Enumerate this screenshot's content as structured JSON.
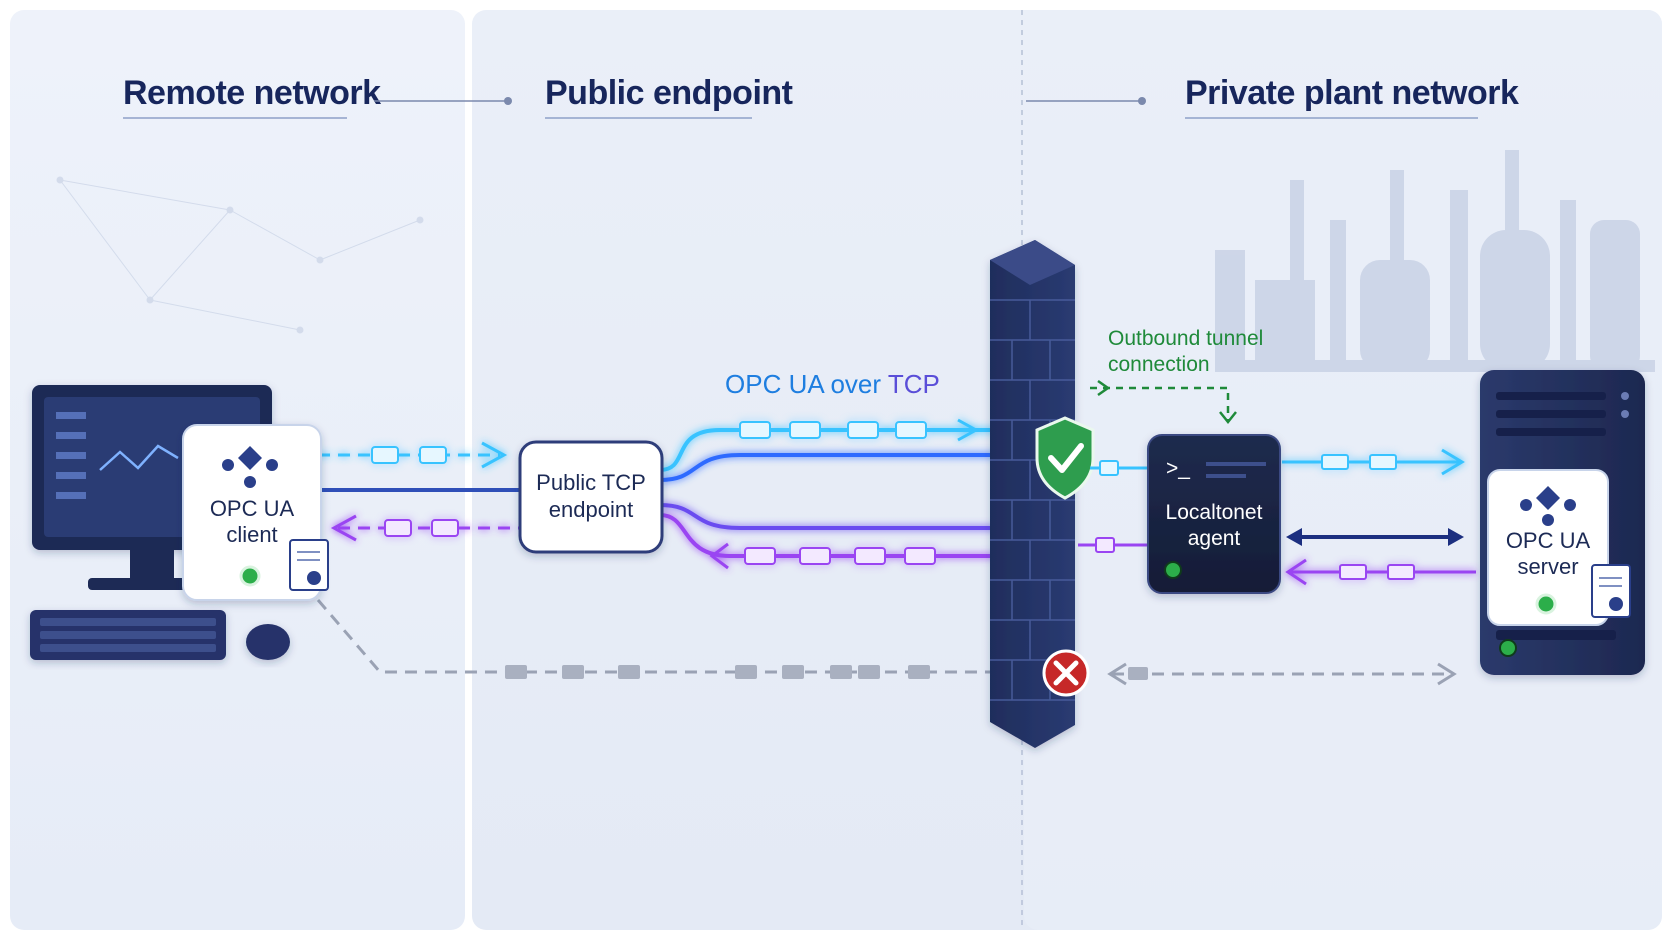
{
  "zones": {
    "remote": "Remote network",
    "public": "Public endpoint",
    "private": "Private plant network"
  },
  "nodes": {
    "client_line1": "OPC UA",
    "client_line2": "client",
    "endpoint_line1": "Public TCP",
    "endpoint_line2": "endpoint",
    "agent_prompt": ">_",
    "agent_line1": "Localtonet",
    "agent_line2": "agent",
    "server_line1": "OPC UA",
    "server_line2": "server"
  },
  "labels": {
    "tunnel_line1": "Outbound tunnel",
    "tunnel_line2": "connection",
    "protocol_part1": "OPC UA over ",
    "protocol_part2": "TCP"
  },
  "colors": {
    "cyan": "#37c3ff",
    "blue": "#2f6bff",
    "purple": "#9a45f2",
    "green": "#1f8a3a",
    "navy": "#17265c",
    "grey": "#8a93a6",
    "red": "#c62828"
  },
  "icons": [
    "network-node-icon",
    "shield-check-icon",
    "blocked-x-icon",
    "certificate-icon",
    "status-ok-icon"
  ]
}
